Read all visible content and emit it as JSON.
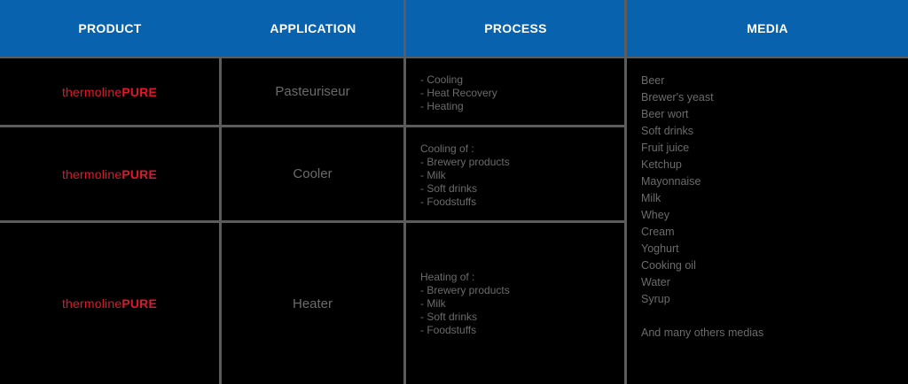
{
  "colors": {
    "header_bg": "#0862ad",
    "header_text": "#ffffff",
    "grid_line": "#5c5c5c",
    "product_text": "#e0182d",
    "body_text": "#6b6b6b",
    "background": "#000000"
  },
  "table": {
    "headers": [
      "PRODUCT",
      "APPLICATION",
      "PROCESS",
      "MEDIA"
    ],
    "rows": [
      {
        "product": {
          "prefix": "thermoline",
          "suffix": "PURE"
        },
        "application": "Pasteuriseur",
        "process": [
          "- Cooling",
          "- Heat Recovery",
          "- Heating"
        ]
      },
      {
        "product": {
          "prefix": "thermoline",
          "suffix": "PURE"
        },
        "application": "Cooler",
        "process": [
          "Cooling of :",
          "- Brewery products",
          "- Milk",
          "- Soft drinks",
          "- Foodstuffs"
        ]
      },
      {
        "product": {
          "prefix": "thermoline",
          "suffix": "PURE"
        },
        "application": "Heater",
        "process": [
          "Heating of :",
          "- Brewery products",
          "- Milk",
          "- Soft drinks",
          "- Foodstuffs"
        ]
      }
    ],
    "media": [
      "Beer",
      "Brewer's yeast",
      "Beer wort",
      "Soft drinks",
      "Fruit juice",
      "Ketchup",
      "Mayonnaise",
      "Milk",
      "Whey",
      "Cream",
      "Yoghurt",
      "Cooking oil",
      "Water",
      "Syrup"
    ],
    "media_footer": "And many others medias"
  }
}
